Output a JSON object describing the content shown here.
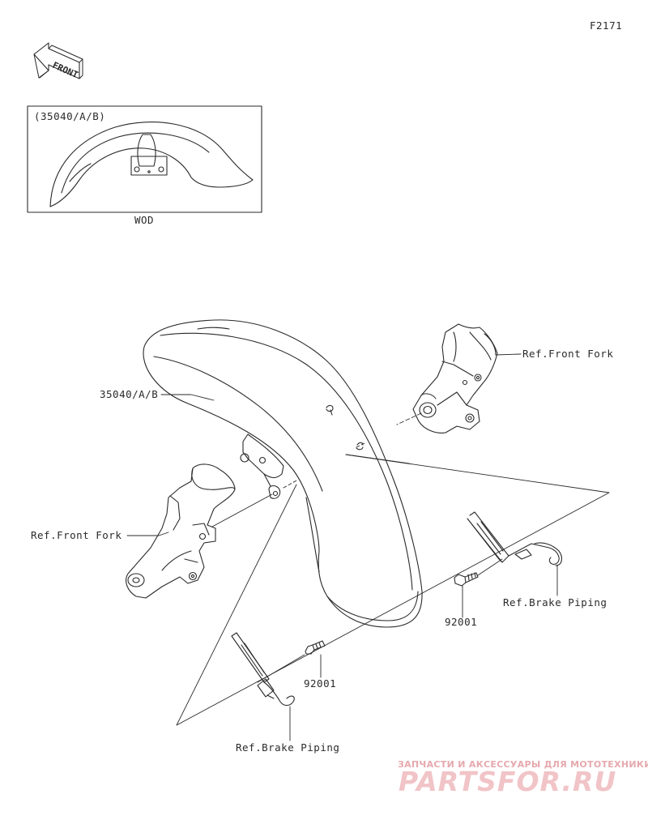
{
  "figure_code": "F2171",
  "front_arrow_label": "FRONT",
  "inset": {
    "part_label": "(35040/A/B)",
    "caption": "WOD"
  },
  "labels": {
    "fender_part": "35040/A/B",
    "ref_front_fork_right": "Ref.Front Fork",
    "ref_front_fork_left": "Ref.Front Fork",
    "bolt_right": "92001",
    "bolt_left": "92001",
    "ref_brake_piping_right": "Ref.Brake Piping",
    "ref_brake_piping_left": "Ref.Brake Piping"
  },
  "watermark": {
    "tagline": "ЗАПЧАСТИ И АКСЕССУАРЫ ДЛЯ МОТОТЕХНИКИ",
    "brand": "PARTSFOR.RU"
  },
  "colors": {
    "line": "#2a2a2a",
    "watermark": "#e8a0a5"
  }
}
